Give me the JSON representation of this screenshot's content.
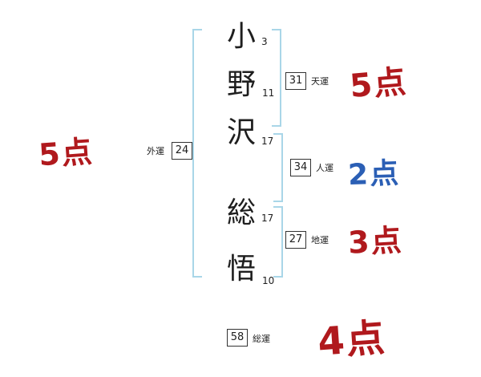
{
  "chart": {
    "characters": [
      {
        "char": "小",
        "strokes": "3"
      },
      {
        "char": "野",
        "strokes": "11"
      },
      {
        "char": "沢",
        "strokes": "17"
      },
      {
        "char": "総",
        "strokes": "17"
      },
      {
        "char": "悟",
        "strokes": "10"
      }
    ],
    "gaiun": {
      "label": "外運",
      "value": "24",
      "score": "5点"
    },
    "tenun": {
      "label": "天運",
      "value": "31",
      "score": "5点"
    },
    "jinun": {
      "label": "人運",
      "value": "34",
      "score": "2点"
    },
    "chiun": {
      "label": "地運",
      "value": "27",
      "score": "3点"
    },
    "souun": {
      "label": "総運",
      "value": "58",
      "score": "4点"
    },
    "colors": {
      "score_red": "#b0191d",
      "score_blue": "#2b5fb5",
      "bracket_blue": "#a9d6e8"
    }
  }
}
